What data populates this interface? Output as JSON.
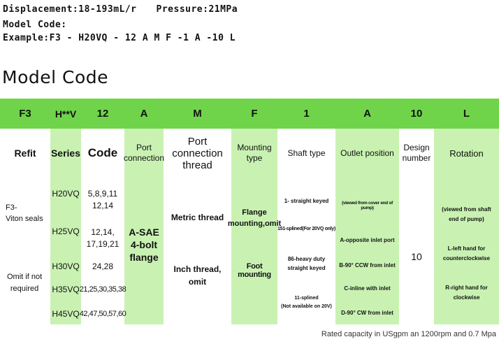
{
  "header": {
    "displacement": "Displacement:18-193mL/r",
    "pressure": "Pressure:21MPa",
    "model_code_label": "Model Code:",
    "example": "Example:F3 - H20VQ - 12 A M F -1 A -10 L"
  },
  "section_title": "Model Code",
  "code_row": [
    "F3",
    "H**V",
    "12",
    "A",
    "M",
    "F",
    "1",
    "A",
    "10",
    "L"
  ],
  "header_row": [
    "Refit",
    "Series",
    "Code",
    "Port connection",
    "Port connection thread",
    "Mounting type",
    "Shaft type",
    "Outlet position",
    "Design number",
    "Rotation"
  ],
  "refit": {
    "a": "F3-",
    "b": "Viton seals",
    "c": "Omit if not",
    "d": "required"
  },
  "series": [
    "H20VQ",
    "H25VQ",
    "H30VQ",
    "H35VQ",
    "H45VQ"
  ],
  "codes": [
    "5,8,9,11",
    "12,14",
    "12,14,",
    "17,19,21",
    "24,28",
    "21,25,30,35,38",
    "42,47,50,57,60"
  ],
  "port_connection": [
    "A-SAE",
    "4-bolt",
    "flange"
  ],
  "thread": {
    "metric": "Metric thread",
    "inch_a": "Inch thread,",
    "inch_b": "omit"
  },
  "mounting": {
    "flange_a": "Flange",
    "flange_b": "mounting,omit",
    "foot": "Foot mounting"
  },
  "shaft": {
    "s1": "1- straight keyed",
    "s2": "151-splined(For 20VQ only)",
    "s3a": "86-heavy duty",
    "s3b": "straight keyed",
    "s4a": "11-splined",
    "s4b": "(Not available on 20V)"
  },
  "outlet": {
    "o1": "(viewed from cover end of pump)",
    "o2": "A-opposite inlet port",
    "o3": "B-90° CCW from inlet",
    "o4": "C-inline with inlet",
    "o5": "D-90° CW from inlet"
  },
  "design": "10",
  "rotation": {
    "r1a": "(viewed from shaft",
    "r1b": "end of pump)",
    "r2a": "L-left hand for",
    "r2b": "counterclockwise",
    "r3a": "R-right hand for",
    "r3b": "clockwise"
  },
  "footnote": "Rated capacity in USgpm an 1200rpm and 0.7 Mpa"
}
